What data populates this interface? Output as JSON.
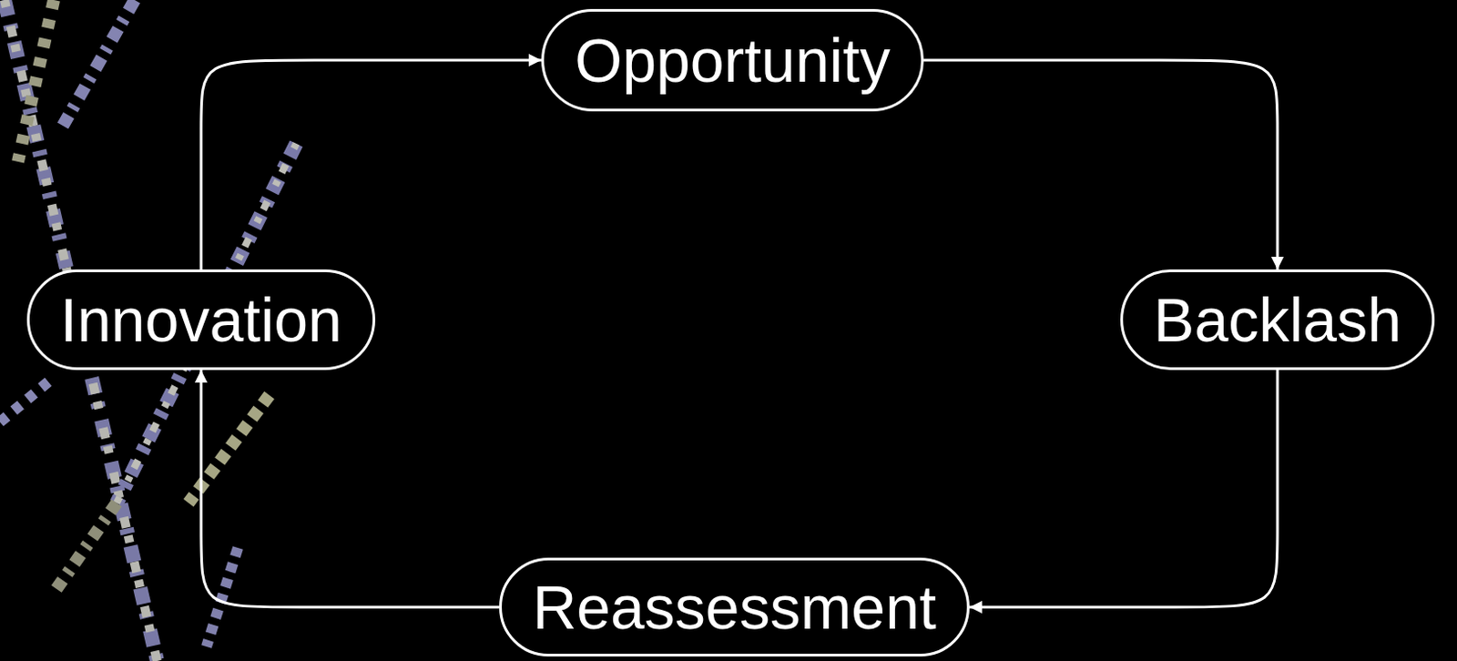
{
  "diagram": {
    "nodes": [
      {
        "text": [
          "Opportunity"
        ]
      },
      {
        "text": [
          "Innovation"
        ]
      },
      {
        "text": [
          "Backlash"
        ]
      },
      {
        "text": [
          "Reassessment"
        ]
      }
    ],
    "edges": [
      {
        "from": 1,
        "to": 0,
        "arrow": "to"
      },
      {
        "from": 0,
        "to": 2,
        "arrow": "to"
      },
      {
        "from": 2,
        "to": 3,
        "arrow": "to"
      },
      {
        "from": 3,
        "to": 1,
        "arrow": "to"
      }
    ]
  }
}
